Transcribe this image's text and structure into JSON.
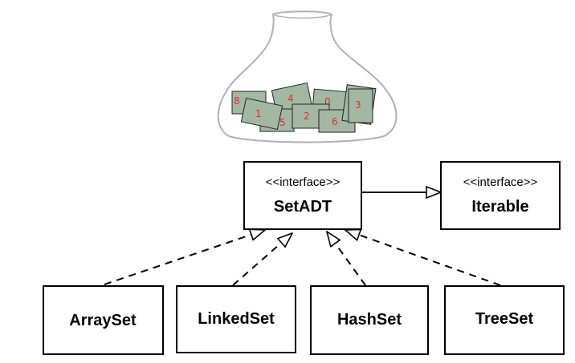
{
  "jar": {
    "tiles": [
      {
        "label": "8"
      },
      {
        "label": "1"
      },
      {
        "label": "5"
      },
      {
        "label": "4"
      },
      {
        "label": "2"
      },
      {
        "label": "0"
      },
      {
        "label": "6"
      },
      {
        "label": "3"
      }
    ],
    "colors": {
      "outline": "#b0b0b0",
      "tile_fill": "#a3b8a3",
      "tile_stroke": "#222222",
      "number": "#e8262b"
    }
  },
  "interfaces": {
    "setadt": {
      "stereotype": "<<interface>>",
      "name": "SetADT"
    },
    "iterable": {
      "stereotype": "<<interface>>",
      "name": "Iterable"
    }
  },
  "classes": {
    "arrayset": {
      "name": "ArraySet"
    },
    "linkedset": {
      "name": "LinkedSet"
    },
    "hashset": {
      "name": "HashSet"
    },
    "treeset": {
      "name": "TreeSet"
    }
  }
}
